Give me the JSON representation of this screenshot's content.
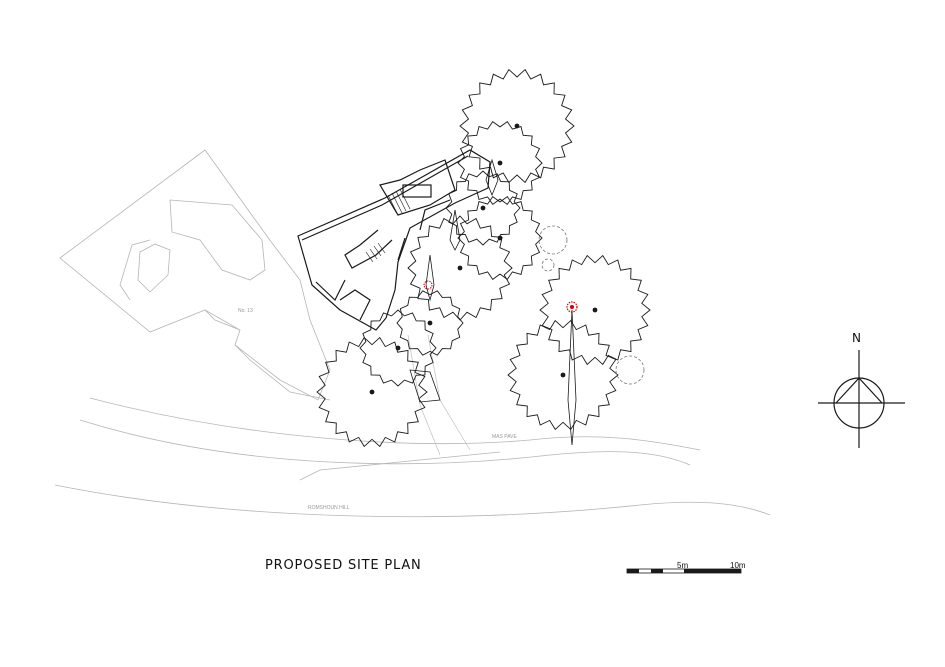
{
  "drawing": {
    "title": "PROPOSED SITE PLAN",
    "north_label": "N",
    "scale_bar": {
      "mid_label": "5m",
      "end_label": "10m"
    },
    "faint_labels": {
      "plot": "No. 13",
      "road": "ROMSHOUN HILL",
      "sign": "MAS PAVE"
    }
  },
  "colors": {
    "line": "#1a1a1a",
    "faint": "#b5b5b5",
    "marker": "#cc0000"
  },
  "icons": [
    "north-arrow-icon",
    "tree-canopy-icon",
    "tree-removal-marker-icon"
  ]
}
